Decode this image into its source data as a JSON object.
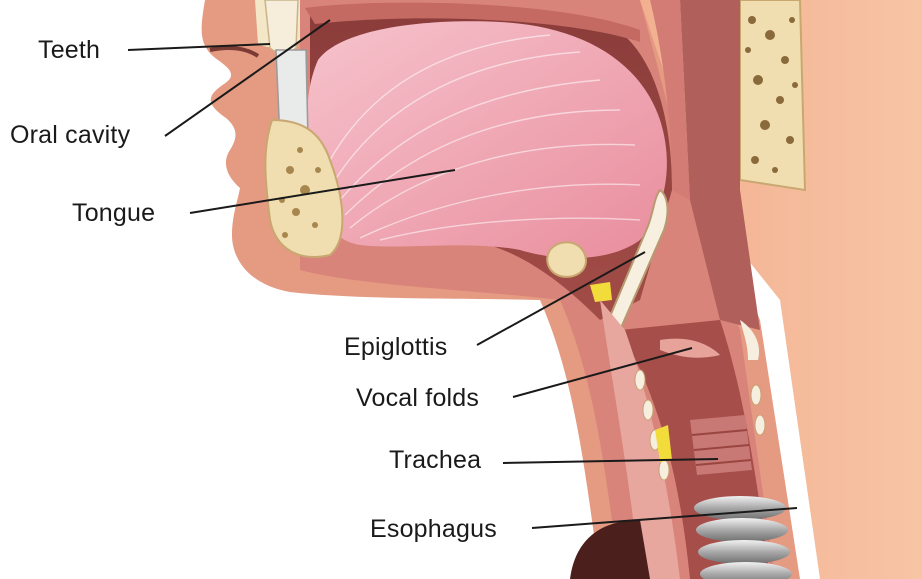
{
  "labels": {
    "teeth": "Teeth",
    "oral_cavity": "Oral cavity",
    "tongue": "Tongue",
    "epiglottis": "Epiglottis",
    "vocal_folds": "Vocal folds",
    "trachea": "Trachea",
    "esophagus": "Esophagus"
  },
  "colors": {
    "background": "#ffffff",
    "skin": "#e59a82",
    "tongue": "#f1a9b6",
    "tissue": "#c77468",
    "bone": "#f0ddb0",
    "label_text": "#1a1a1a"
  }
}
